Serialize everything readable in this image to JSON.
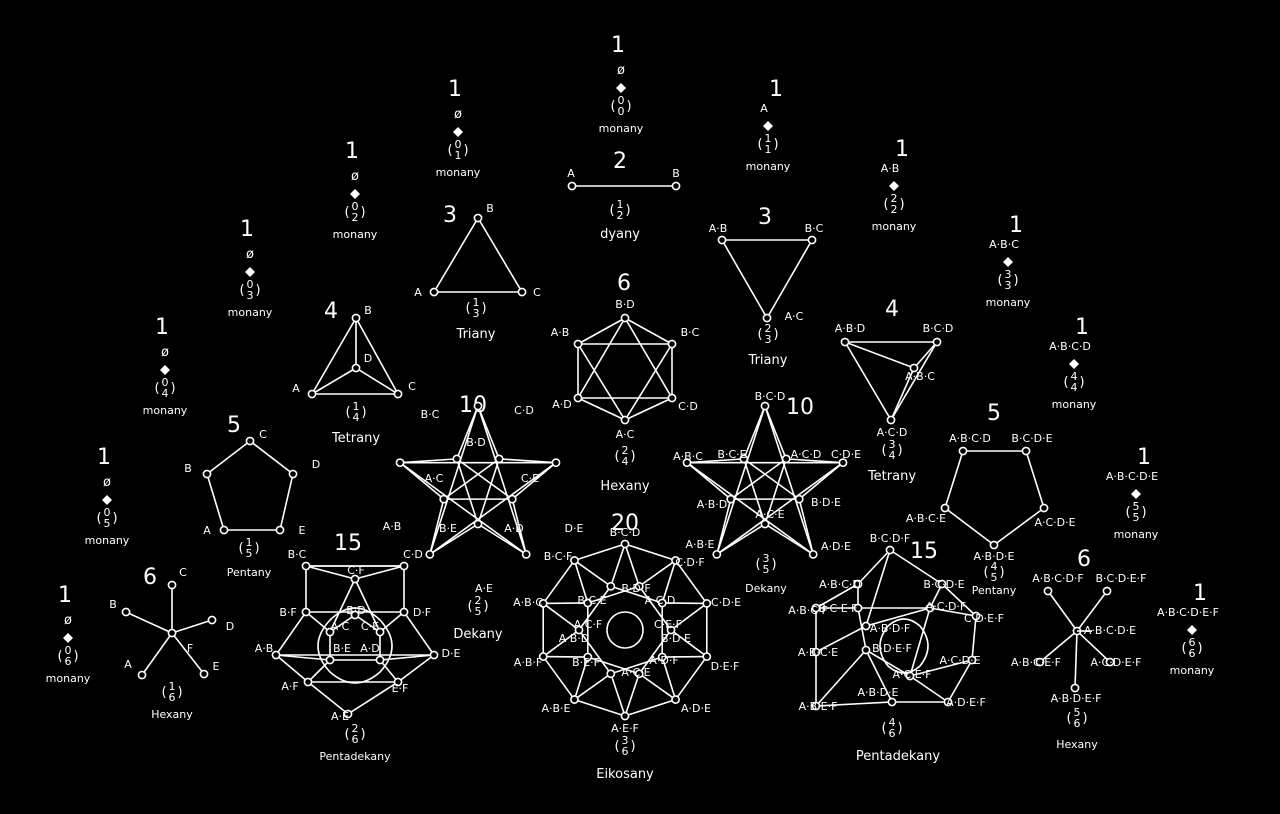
{
  "empty_symbol": "ø",
  "monanies": [
    {
      "num": "1",
      "empty": true,
      "label": "",
      "binom": "(0 0)",
      "caption": "monany"
    },
    {
      "num": "1",
      "empty": true,
      "label": "",
      "binom": "(0 1)",
      "caption": "monany"
    },
    {
      "num": "1",
      "empty": true,
      "label": "",
      "binom": "(0 2)",
      "caption": "monany"
    },
    {
      "num": "1",
      "empty": true,
      "label": "",
      "binom": "(0 3)",
      "caption": "monany"
    },
    {
      "num": "1",
      "empty": true,
      "label": "",
      "binom": "(0 4)",
      "caption": "monany"
    },
    {
      "num": "1",
      "empty": true,
      "label": "",
      "binom": "(0 5)",
      "caption": "monany"
    },
    {
      "num": "1",
      "empty": true,
      "label": "",
      "binom": "(0 6)",
      "caption": "monany"
    },
    {
      "num": "1",
      "empty": false,
      "label": "A",
      "binom": "(1 1)",
      "caption": "monany"
    },
    {
      "num": "1",
      "empty": false,
      "label": "A·B",
      "binom": "(2 2)",
      "caption": "monany"
    },
    {
      "num": "1",
      "empty": false,
      "label": "A·B·C",
      "binom": "(3 3)",
      "caption": "monany"
    },
    {
      "num": "1",
      "empty": false,
      "label": "A·B·C·D",
      "binom": "(4 4)",
      "caption": "monany"
    },
    {
      "num": "1",
      "empty": false,
      "label": "A·B·C·D·E",
      "binom": "(5 5)",
      "caption": "monany"
    },
    {
      "num": "1",
      "empty": false,
      "label": "A·B·C·D·E·F",
      "binom": "(6 6)",
      "caption": "monany"
    }
  ],
  "figures": {
    "dyany": {
      "num": "2",
      "binom": "(1 2)",
      "caption": "dyany",
      "nodes": [
        "A",
        "B"
      ]
    },
    "triany13": {
      "num": "3",
      "binom": "(1 3)",
      "caption": "Triany",
      "nodes": [
        "A",
        "B",
        "C"
      ]
    },
    "triany23": {
      "num": "3",
      "binom": "(2 3)",
      "caption": "Triany",
      "nodes": [
        "A·B",
        "B·C",
        "A·C"
      ]
    },
    "tetrany14": {
      "num": "4",
      "binom": "(1 4)",
      "caption": "Tetrany",
      "nodes": [
        "A",
        "B",
        "C",
        "D"
      ]
    },
    "tetrany34": {
      "num": "4",
      "binom": "(3 4)",
      "caption": "Tetrany",
      "nodes": [
        "A·B·D",
        "B·C·D",
        "A·B·C",
        "A·C·D"
      ]
    },
    "hexany24": {
      "num": "6",
      "binom": "(2 4)",
      "caption": "Hexany",
      "nodes": [
        "B·D",
        "A·B",
        "B·C",
        "A·D",
        "C·D",
        "A·C"
      ]
    },
    "pentany15": {
      "num": "5",
      "binom": "(1 5)",
      "caption": "Pentany",
      "nodes": [
        "C",
        "B",
        "D",
        "A",
        "E"
      ]
    },
    "pentany45": {
      "num": "5",
      "binom": "(4 5)",
      "caption": "Pentany",
      "nodes": [
        "A·B·C·D",
        "B·C·D·E",
        "A·B·C·E",
        "A·C·D·E",
        "A·B·D·E"
      ]
    },
    "dekany25": {
      "num": "10",
      "binom": "(2 5)",
      "caption": "Dekany",
      "outer": [
        "B·C",
        "C·D",
        "D·E",
        "A·E",
        "A·B"
      ],
      "inner": [
        "B·D",
        "C·E",
        "A·D",
        "B·E",
        "A·C"
      ]
    },
    "dekany35": {
      "num": "10",
      "binom": "(3 5)",
      "caption": "Dekany",
      "outer": [
        "B·C·D",
        "C·D·E",
        "A·D·E",
        "A·B·E",
        "A·B·C"
      ],
      "inner": [
        "A·C·D",
        "B·D·E",
        "A·C·E",
        "A·B·D",
        "B·C·E"
      ]
    },
    "hexany16": {
      "num": "6",
      "binom": "(1 6)",
      "caption": "Hexany",
      "nodes": [
        "C",
        "D",
        "E",
        "A",
        "B",
        "F"
      ]
    },
    "hexany56": {
      "num": "6",
      "binom": "(5 6)",
      "caption": "Hexany",
      "nodes": [
        "A·B·C·D·F",
        "B·C·D·E·F",
        "A·B·C·D·E",
        "A·C·D·E·F",
        "A·B·D·E·F",
        "A·B·C·E·F"
      ]
    },
    "pentadekany26": {
      "num": "15",
      "binom": "(2 6)",
      "caption": "Pentadekany",
      "outer": [
        "B·C",
        "C·D",
        "D·F",
        "D·E",
        "E·F",
        "A·E",
        "A·F",
        "A·B",
        "B·F"
      ],
      "inner": [
        "C·F",
        "B·D",
        "C·E",
        "A·D",
        "B·E",
        "A·C"
      ]
    },
    "pentadekany46": {
      "num": "15",
      "binom": "(4 6)",
      "caption": "Pentadekany",
      "outer": [
        "B·C·D·F",
        "B·C·D·E",
        "C·D·E·F",
        "A·C·D·E",
        "A·D·E·F",
        "A·B·D·E",
        "A·B·E·F",
        "A·B·C·E",
        "A·B·C·F",
        "A·B·C·D"
      ],
      "inner": [
        "B·C·E·F",
        "A·C·D·F",
        "A·B·D·F",
        "B·D·E·F",
        "A·C·E·F"
      ]
    },
    "eikosany36": {
      "num": "20",
      "binom": "(3 6)",
      "caption": "Eikosany",
      "outer": [
        "B·C·D",
        "C·D·F",
        "C·D·E",
        "D·E·F",
        "A·D·E",
        "A·E·F",
        "A·B·E",
        "A·B·F",
        "A·B·C",
        "B·C·F"
      ],
      "inner": [
        "B·D·F",
        "A·C·D",
        "C·E·F",
        "B·D·E",
        "A·D·F",
        "A·C·E",
        "B·E·F",
        "A·B·D",
        "A·C·F",
        "B·C·E"
      ]
    }
  }
}
